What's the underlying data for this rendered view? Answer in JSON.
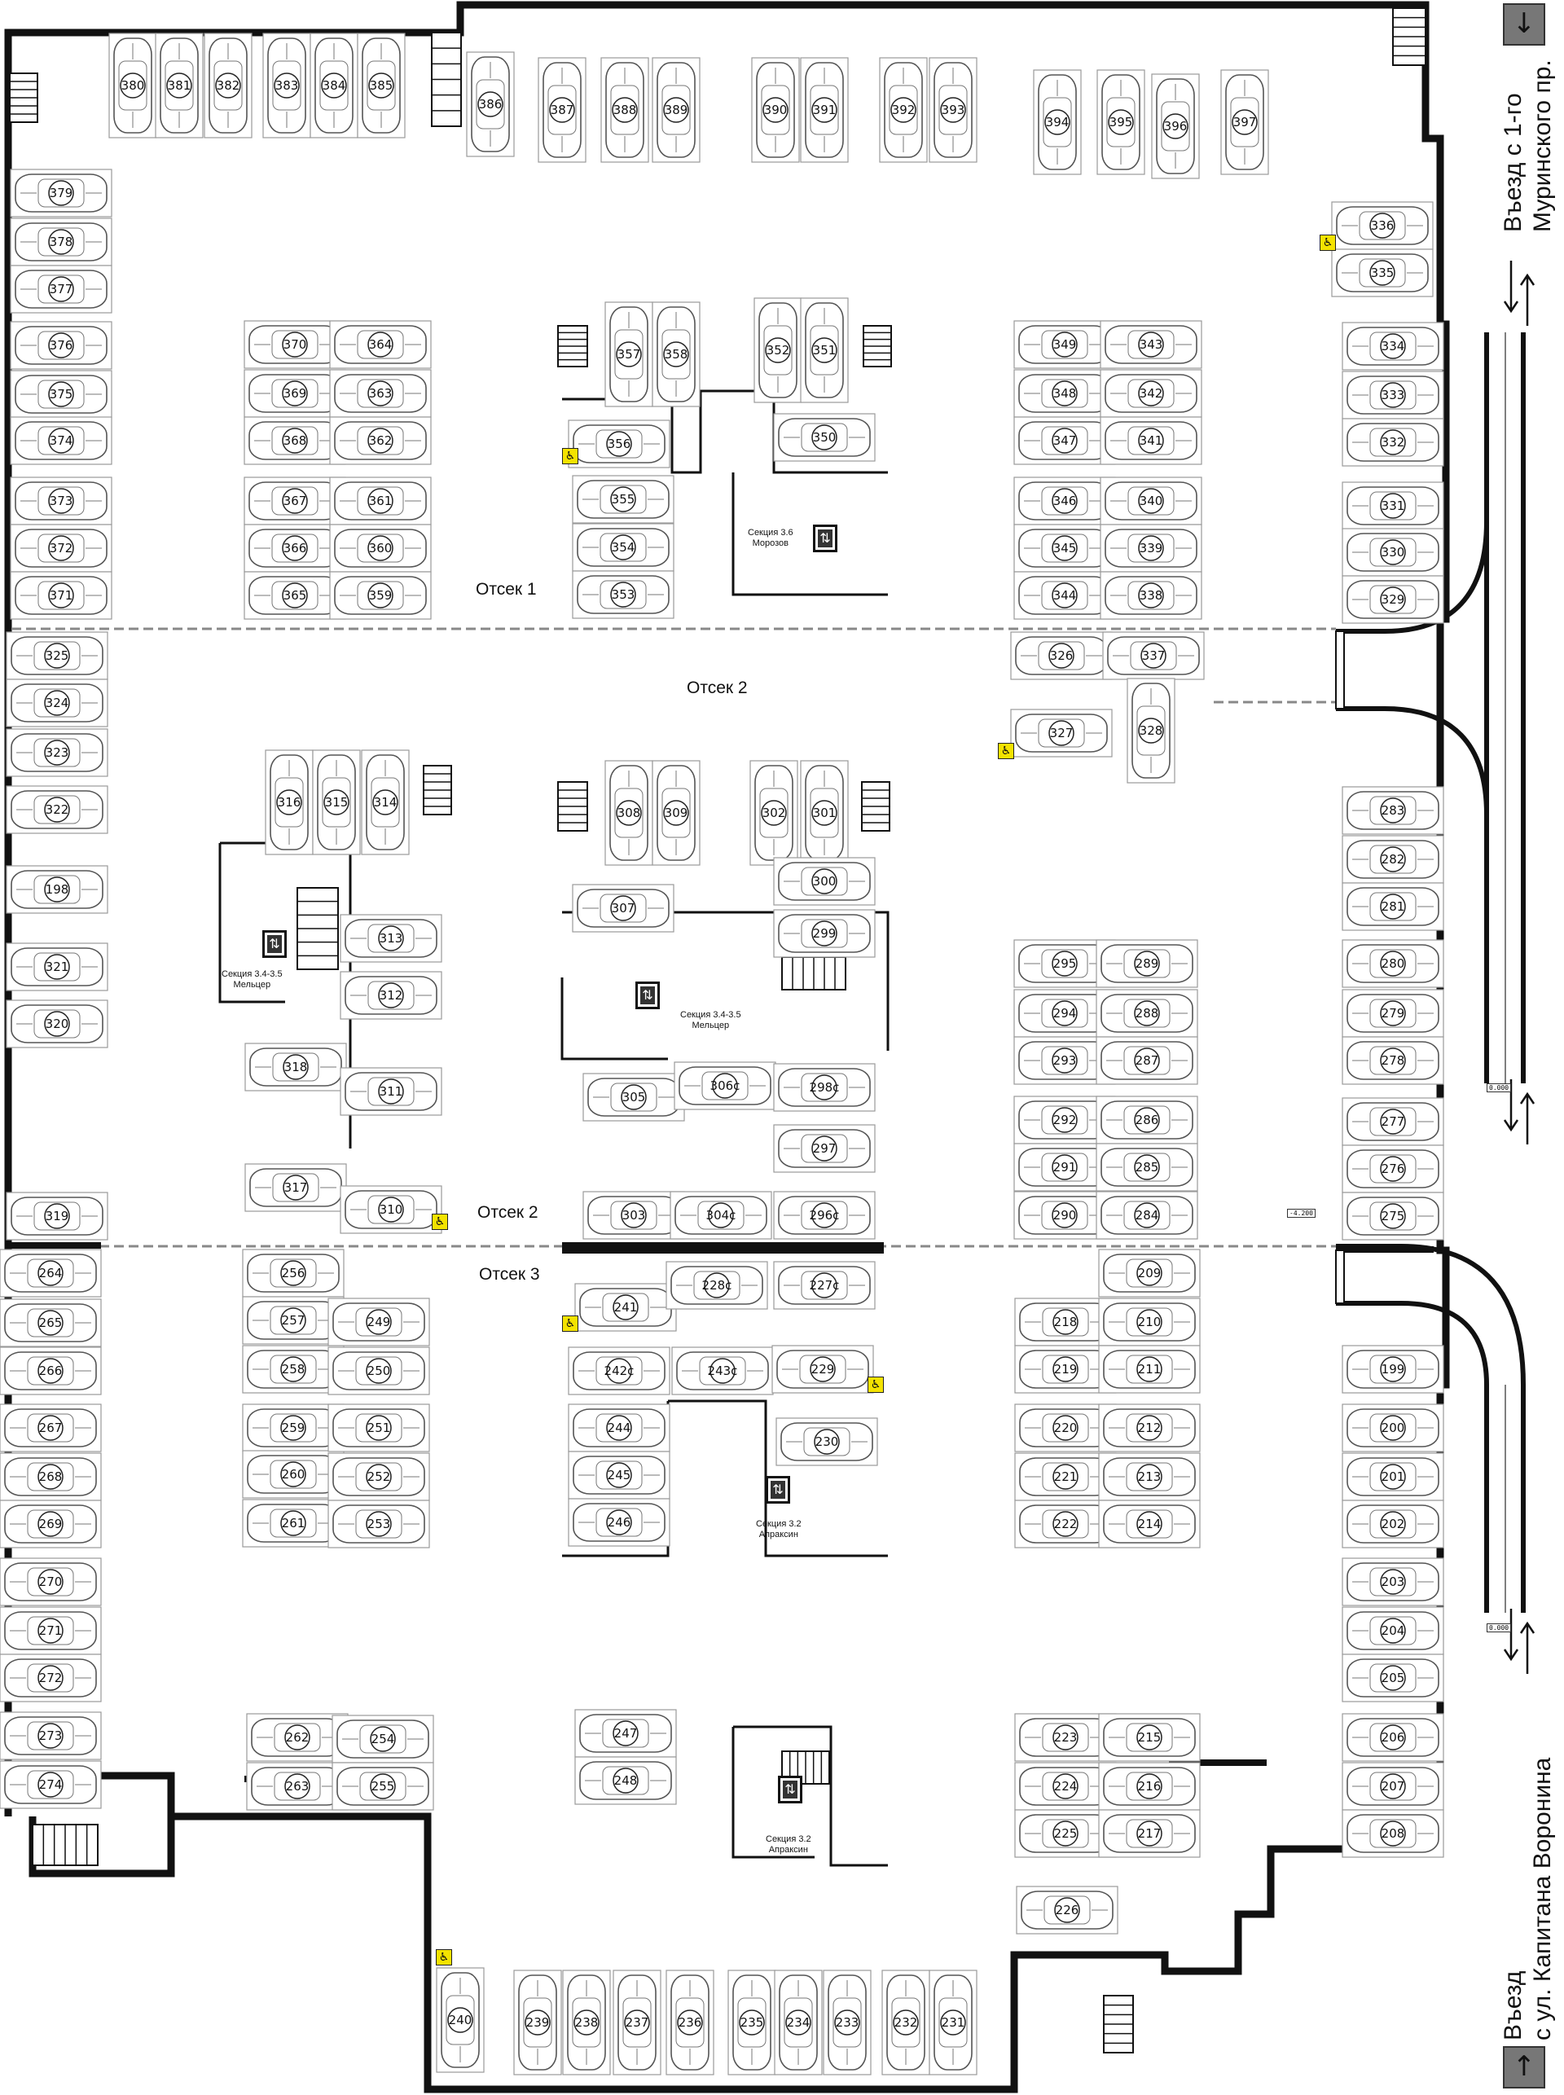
{
  "map": {
    "entrances": {
      "top": {
        "line1": "Въезд с 1-го",
        "line2": "Муринского пр.",
        "arrow": "down-arrow-icon"
      },
      "bottom": {
        "line1": "Въезд",
        "line2": "с ул. Капитана Воронина",
        "arrow": "up-arrow-icon"
      }
    },
    "zones": {
      "compartment1": "Отсек 1",
      "compartment2_top": "Отсек 2",
      "compartment2_mid": "Отсек 2",
      "compartment3": "Отсек 3"
    },
    "sections": {
      "s36": {
        "line1": "Секция 3.6",
        "line2": "Морозов"
      },
      "s3435_left": {
        "line1": "Секция 3.4-3.5",
        "line2": "Мельцер"
      },
      "s3435_center": {
        "line1": "Секция 3.4-3.5",
        "line2": "Мельцер"
      },
      "s32_a": {
        "line1": "Секция 3.2",
        "line2": "Апраксин"
      },
      "s32_b": {
        "line1": "Секция 3.2",
        "line2": "Апраксин"
      }
    },
    "elevation_marks": [
      "0.000",
      "-4.200",
      "0.000"
    ],
    "icons": {
      "lift": "lift-icon",
      "disabled": "wheelchair-icon",
      "stairs": "stairs-icon"
    }
  },
  "spots": [
    {
      "n": "380"
    },
    {
      "n": "381"
    },
    {
      "n": "382"
    },
    {
      "n": "383"
    },
    {
      "n": "384"
    },
    {
      "n": "385"
    },
    {
      "n": "386"
    },
    {
      "n": "387"
    },
    {
      "n": "388"
    },
    {
      "n": "389"
    },
    {
      "n": "390"
    },
    {
      "n": "391"
    },
    {
      "n": "392"
    },
    {
      "n": "393"
    },
    {
      "n": "394"
    },
    {
      "n": "395"
    },
    {
      "n": "396"
    },
    {
      "n": "397"
    },
    {
      "n": "379"
    },
    {
      "n": "378"
    },
    {
      "n": "377"
    },
    {
      "n": "376"
    },
    {
      "n": "375"
    },
    {
      "n": "374"
    },
    {
      "n": "373"
    },
    {
      "n": "372"
    },
    {
      "n": "371"
    },
    {
      "n": "370"
    },
    {
      "n": "369"
    },
    {
      "n": "368"
    },
    {
      "n": "367"
    },
    {
      "n": "366"
    },
    {
      "n": "365"
    },
    {
      "n": "364"
    },
    {
      "n": "363"
    },
    {
      "n": "362"
    },
    {
      "n": "361"
    },
    {
      "n": "360"
    },
    {
      "n": "359"
    },
    {
      "n": "357"
    },
    {
      "n": "358"
    },
    {
      "n": "352"
    },
    {
      "n": "351"
    },
    {
      "n": "356"
    },
    {
      "n": "350"
    },
    {
      "n": "355"
    },
    {
      "n": "354"
    },
    {
      "n": "353"
    },
    {
      "n": "349"
    },
    {
      "n": "348"
    },
    {
      "n": "347"
    },
    {
      "n": "346"
    },
    {
      "n": "345"
    },
    {
      "n": "344"
    },
    {
      "n": "343"
    },
    {
      "n": "342"
    },
    {
      "n": "341"
    },
    {
      "n": "340"
    },
    {
      "n": "339"
    },
    {
      "n": "338"
    },
    {
      "n": "336"
    },
    {
      "n": "335"
    },
    {
      "n": "334"
    },
    {
      "n": "333"
    },
    {
      "n": "332"
    },
    {
      "n": "331"
    },
    {
      "n": "330"
    },
    {
      "n": "329"
    },
    {
      "n": "326"
    },
    {
      "n": "337"
    },
    {
      "n": "327"
    },
    {
      "n": "328"
    },
    {
      "n": "325"
    },
    {
      "n": "324"
    },
    {
      "n": "323"
    },
    {
      "n": "322"
    },
    {
      "n": "198"
    },
    {
      "n": "321"
    },
    {
      "n": "320"
    },
    {
      "n": "319"
    },
    {
      "n": "316"
    },
    {
      "n": "315"
    },
    {
      "n": "314"
    },
    {
      "n": "313"
    },
    {
      "n": "312"
    },
    {
      "n": "318"
    },
    {
      "n": "311"
    },
    {
      "n": "317"
    },
    {
      "n": "310"
    },
    {
      "n": "308"
    },
    {
      "n": "309"
    },
    {
      "n": "302"
    },
    {
      "n": "301"
    },
    {
      "n": "307"
    },
    {
      "n": "300"
    },
    {
      "n": "299"
    },
    {
      "n": "305"
    },
    {
      "n": "306c"
    },
    {
      "n": "298c"
    },
    {
      "n": "297"
    },
    {
      "n": "303"
    },
    {
      "n": "304c"
    },
    {
      "n": "296c"
    },
    {
      "n": "295"
    },
    {
      "n": "294"
    },
    {
      "n": "293"
    },
    {
      "n": "292"
    },
    {
      "n": "291"
    },
    {
      "n": "290"
    },
    {
      "n": "289"
    },
    {
      "n": "288"
    },
    {
      "n": "287"
    },
    {
      "n": "286"
    },
    {
      "n": "285"
    },
    {
      "n": "284"
    },
    {
      "n": "283"
    },
    {
      "n": "282"
    },
    {
      "n": "281"
    },
    {
      "n": "280"
    },
    {
      "n": "279"
    },
    {
      "n": "278"
    },
    {
      "n": "277"
    },
    {
      "n": "276"
    },
    {
      "n": "275"
    },
    {
      "n": "264"
    },
    {
      "n": "265"
    },
    {
      "n": "266"
    },
    {
      "n": "267"
    },
    {
      "n": "268"
    },
    {
      "n": "269"
    },
    {
      "n": "270"
    },
    {
      "n": "271"
    },
    {
      "n": "272"
    },
    {
      "n": "273"
    },
    {
      "n": "274"
    },
    {
      "n": "256"
    },
    {
      "n": "257"
    },
    {
      "n": "258"
    },
    {
      "n": "259"
    },
    {
      "n": "260"
    },
    {
      "n": "261"
    },
    {
      "n": "249"
    },
    {
      "n": "250"
    },
    {
      "n": "251"
    },
    {
      "n": "252"
    },
    {
      "n": "253"
    },
    {
      "n": "241"
    },
    {
      "n": "228c"
    },
    {
      "n": "227c"
    },
    {
      "n": "242c"
    },
    {
      "n": "243c"
    },
    {
      "n": "229"
    },
    {
      "n": "244"
    },
    {
      "n": "245"
    },
    {
      "n": "246"
    },
    {
      "n": "230"
    },
    {
      "n": "209"
    },
    {
      "n": "218"
    },
    {
      "n": "210"
    },
    {
      "n": "219"
    },
    {
      "n": "211"
    },
    {
      "n": "220"
    },
    {
      "n": "212"
    },
    {
      "n": "221"
    },
    {
      "n": "213"
    },
    {
      "n": "222"
    },
    {
      "n": "214"
    },
    {
      "n": "199"
    },
    {
      "n": "200"
    },
    {
      "n": "201"
    },
    {
      "n": "202"
    },
    {
      "n": "203"
    },
    {
      "n": "204"
    },
    {
      "n": "205"
    },
    {
      "n": "206"
    },
    {
      "n": "207"
    },
    {
      "n": "208"
    },
    {
      "n": "262"
    },
    {
      "n": "263"
    },
    {
      "n": "254"
    },
    {
      "n": "255"
    },
    {
      "n": "247"
    },
    {
      "n": "248"
    },
    {
      "n": "223"
    },
    {
      "n": "224"
    },
    {
      "n": "225"
    },
    {
      "n": "215"
    },
    {
      "n": "216"
    },
    {
      "n": "217"
    },
    {
      "n": "226"
    },
    {
      "n": "240"
    },
    {
      "n": "239"
    },
    {
      "n": "238"
    },
    {
      "n": "237"
    },
    {
      "n": "236"
    },
    {
      "n": "235"
    },
    {
      "n": "234"
    },
    {
      "n": "233"
    },
    {
      "n": "232"
    },
    {
      "n": "231"
    }
  ]
}
